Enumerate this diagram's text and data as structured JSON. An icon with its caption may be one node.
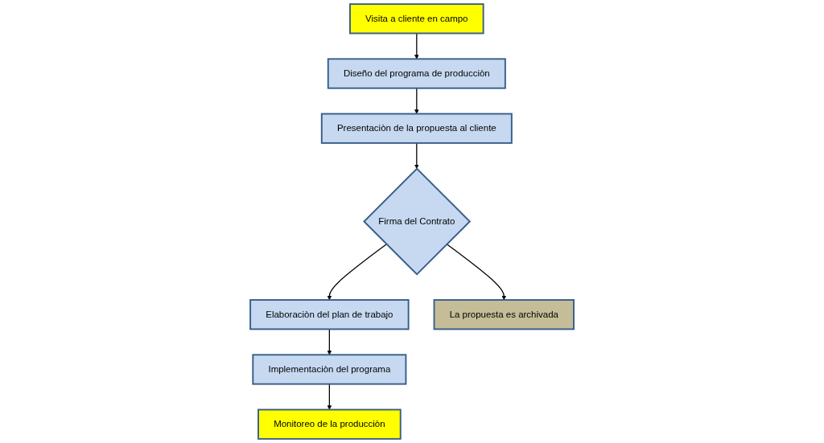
{
  "diagram": {
    "nodes": [
      {
        "text": [
          "Visita a cliente en campo"
        ]
      },
      {
        "text": [
          "Diseño del programa de producciòn"
        ]
      },
      {
        "text": [
          "Presentaciòn de la propuesta al cliente"
        ]
      },
      {
        "text": [
          "Firma del Contrato"
        ]
      },
      {
        "text": [
          "Elaboraciòn del plan de trabajo"
        ]
      },
      {
        "text": [
          "La propuesta es archivada"
        ]
      },
      {
        "text": [
          "Implementaciòn del programa"
        ]
      },
      {
        "text": [
          "Monitoreo de la producciòn"
        ]
      }
    ],
    "edges": [
      {
        "from": 0,
        "to": 1,
        "arrow": "to"
      },
      {
        "from": 1,
        "to": 2,
        "arrow": "to"
      },
      {
        "from": 2,
        "to": 3,
        "arrow": "to"
      },
      {
        "from": 3,
        "to": 4,
        "arrow": "to"
      },
      {
        "from": 3,
        "to": 5,
        "arrow": "to"
      },
      {
        "from": 4,
        "to": 6,
        "arrow": "to"
      },
      {
        "from": 6,
        "to": 7,
        "arrow": "to"
      }
    ]
  }
}
